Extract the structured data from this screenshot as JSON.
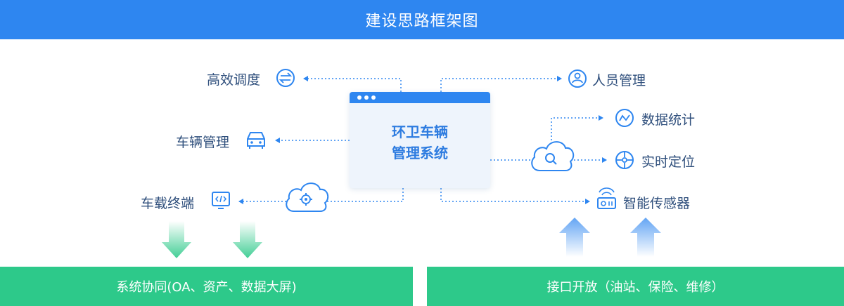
{
  "header": {
    "title": "建设思路框架图"
  },
  "center": {
    "line1": "环卫车辆",
    "line2": "管理系统"
  },
  "left_items": [
    {
      "label": "高效调度",
      "icon": "swap-icon"
    },
    {
      "label": "车辆管理",
      "icon": "car-icon"
    },
    {
      "label": "车载终端",
      "icon": "code-terminal-icon"
    }
  ],
  "right_items": [
    {
      "label": "人员管理",
      "icon": "person-icon"
    },
    {
      "label": "数据统计",
      "icon": "trend-icon"
    },
    {
      "label": "实时定位",
      "icon": "crosshair-icon"
    },
    {
      "label": "智能传感器",
      "icon": "sensor-icon"
    }
  ],
  "footer": {
    "left": "系统协同(OA、资产、数据大屏)",
    "right": "接口开放（油站、保险、维修）"
  },
  "colors": {
    "header": "#2E86F0",
    "accent": "#2E86F0",
    "footer": "#2DC98A",
    "label": "#2F4F7C",
    "green_arrow": "#6FD39A",
    "blue_arrow": "#7FB6F2"
  }
}
